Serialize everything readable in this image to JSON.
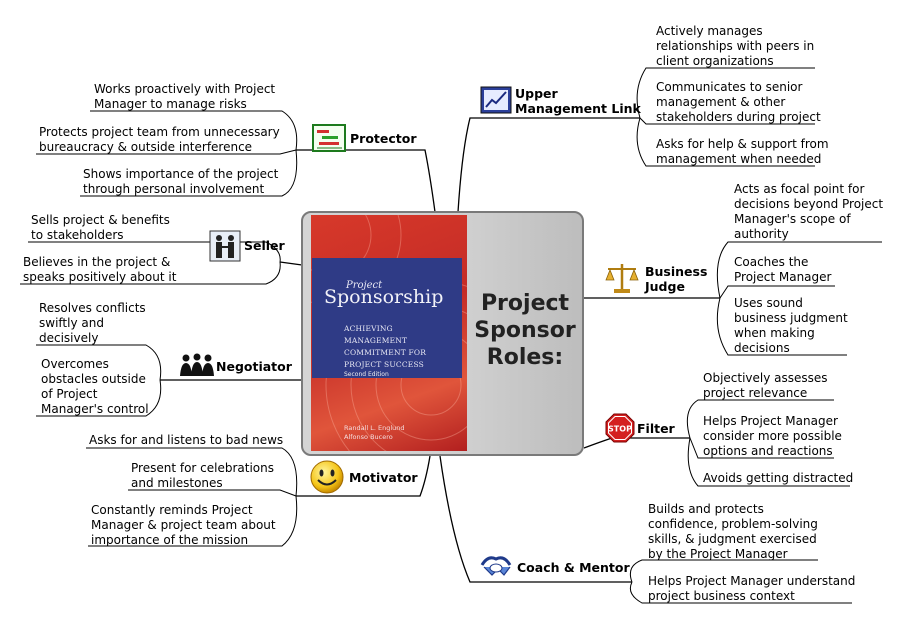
{
  "central": {
    "title": "Project\nSponsor\nRoles:",
    "book": {
      "kicker": "Project",
      "title": "Sponsorship",
      "subtitle": "Achieving Management Commitment for Project Success",
      "edition": "Second Edition",
      "authors": [
        "Randall L. Englund",
        "Alfonso Bucero"
      ]
    }
  },
  "roles": {
    "upper_management_link": {
      "label": "Upper\nManagement Link",
      "icon": "chart-icon",
      "items": [
        "Actively manages\nrelationships with peers in\nclient organizations",
        "Communicates to senior\nmanagement & other\nstakeholders during project",
        "Asks for help & support from\nmanagement when needed"
      ]
    },
    "business_judge": {
      "label": "Business\nJudge",
      "icon": "scales-icon",
      "items": [
        "Acts as focal point for\ndecisions beyond Project\nManager's scope of\nauthority",
        "Coaches the\nProject Manager",
        "Uses sound\nbusiness judgment\nwhen making\ndecisions"
      ]
    },
    "filter": {
      "label": "Filter",
      "icon": "stop-sign-icon",
      "icon_text": "STOP",
      "items": [
        "Objectively assesses\nproject relevance",
        "Helps Project Manager\nconsider more possible\noptions and reactions",
        "Avoids getting distracted"
      ]
    },
    "coach_mentor": {
      "label": "Coach & Mentor",
      "icon": "handshake-icon",
      "items": [
        "Builds and protects\nconfidence, problem-solving\nskills, & judgment exercised\nby the Project Manager",
        "Helps Project Manager understand\nproject business context"
      ]
    },
    "protector": {
      "label": "Protector",
      "icon": "gantt-chart-icon",
      "items": [
        "Works proactively with Project\nManager to manage risks",
        "Protects project team from unnecessary\nbureaucracy & outside interference",
        "Shows importance of the project\nthrough personal involvement"
      ]
    },
    "seller": {
      "label": "Seller",
      "icon": "handshake-people-icon",
      "items": [
        "Sells project & benefits\nto stakeholders",
        "Believes in the project &\nspeaks positively about it"
      ]
    },
    "negotiator": {
      "label": "Negotiator",
      "icon": "group-icon",
      "items": [
        "Resolves conflicts\nswiftly and\ndecisively",
        "Overcomes\nobstacles outside\nof Project\nManager's control"
      ]
    },
    "motivator": {
      "label": "Motivator",
      "icon": "smiley-icon",
      "items": [
        "Asks for and listens to bad news",
        "Present for celebrations\nand milestones",
        "Constantly reminds Project\nManager & project team about\nimportance of the mission"
      ]
    }
  },
  "colors": {
    "line": "#000000",
    "box_fill": "#d0d0d0",
    "box_border": "#7a7a7a",
    "book_red": "#c42b26",
    "book_blue": "#2f3b86"
  }
}
